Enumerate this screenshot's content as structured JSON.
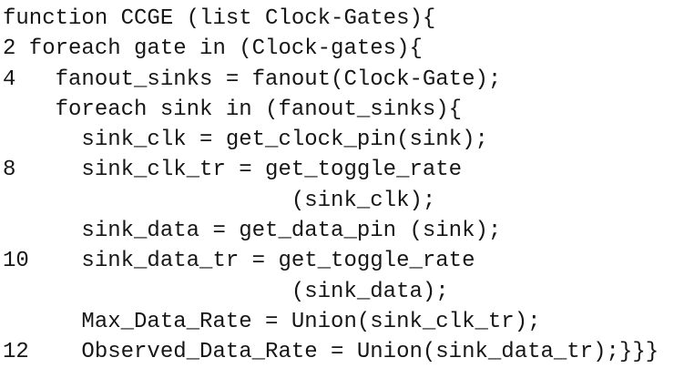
{
  "listing": {
    "language": "pseudocode",
    "algorithm_name": "CCGE",
    "text_color": "#161616",
    "background_color": "#ffffff",
    "line_numbers_shown": [
      "2",
      "4",
      "8",
      "10",
      "12"
    ],
    "lines": [
      "function CCGE (list Clock-Gates){",
      "2 foreach gate in (Clock-gates){",
      "4   fanout_sinks = fanout(Clock-Gate);",
      "    foreach sink in (fanout_sinks){",
      "      sink_clk = get_clock_pin(sink);",
      "8     sink_clk_tr = get_toggle_rate",
      "                      (sink_clk);",
      "      sink_data = get_data_pin (sink);",
      "10    sink_data_tr = get_toggle_rate",
      "                      (sink_data);",
      "      Max_Data_Rate = Union(sink_clk_tr);",
      "12    Observed_Data_Rate = Union(sink_data_tr);}}}"
    ]
  }
}
